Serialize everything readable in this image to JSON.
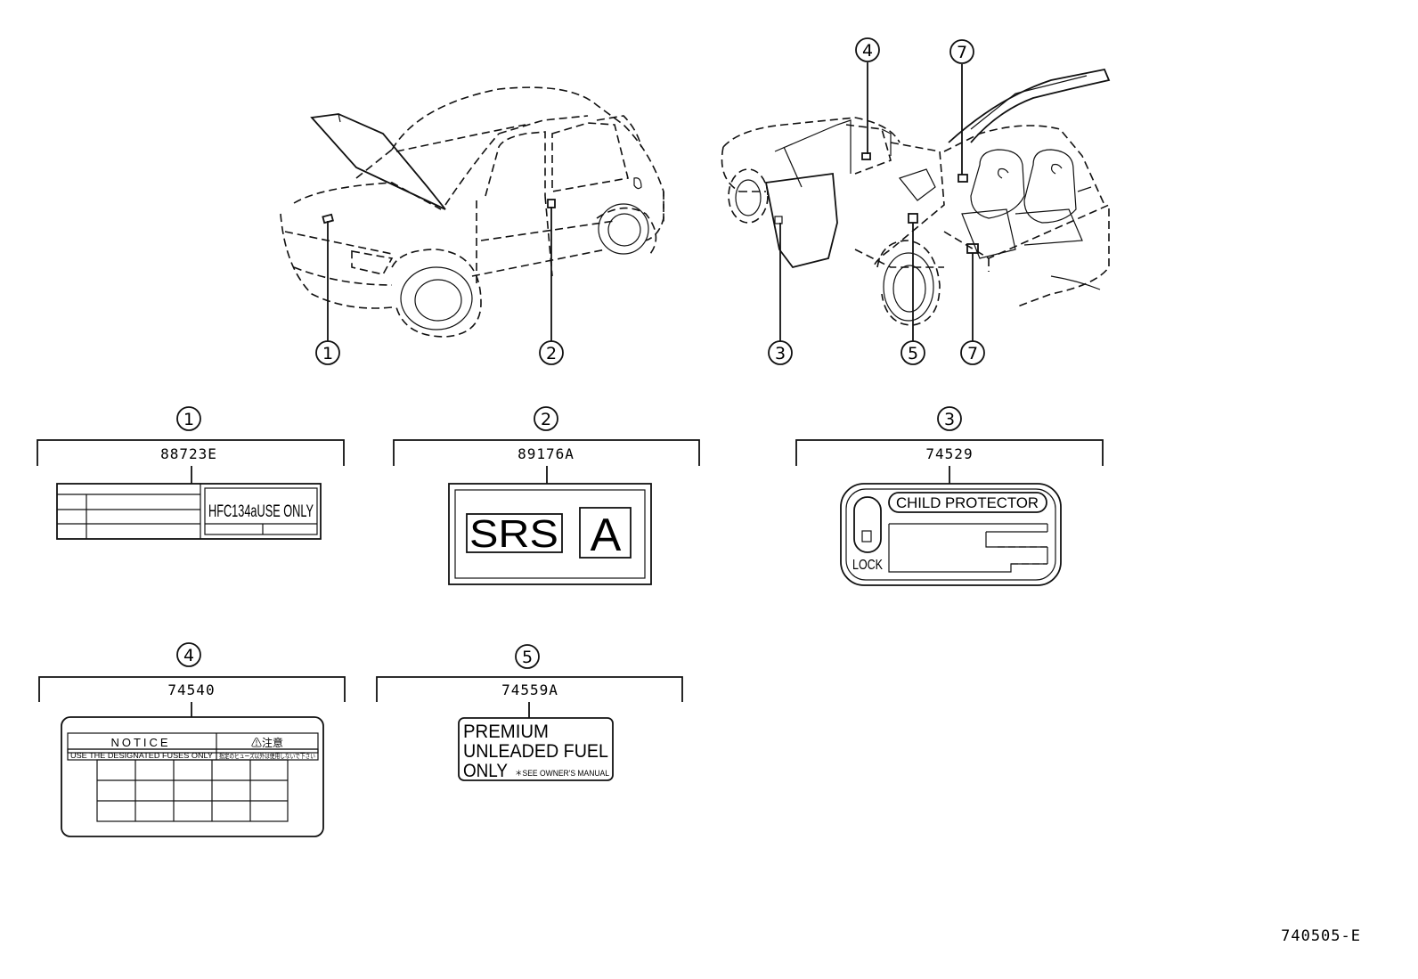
{
  "diagram_code": "740505-E",
  "callouts": [
    {
      "num": "1",
      "part": "88723E"
    },
    {
      "num": "2",
      "part": "89176A"
    },
    {
      "num": "3",
      "part": "74529"
    },
    {
      "num": "4",
      "part": "74540"
    },
    {
      "num": "5",
      "part": "74559A"
    },
    {
      "num": "7",
      "part": ""
    }
  ],
  "labels": {
    "l1": {
      "text": "HFC134aUSE ONLY"
    },
    "l2": {
      "left": "SRS",
      "right": "A"
    },
    "l3": {
      "header": "CHILD PROTECTOR",
      "lock": "LOCK"
    },
    "l4": {
      "notice": "NOTICE",
      "jp_caution": "⚠注意",
      "subline": "USE THE DESIGNATED FUSES ONLY",
      "jp_subline": "指定のヒューズ以外は使用しないで下さい"
    },
    "l5": {
      "line1": "PREMIUM",
      "line2": "UNLEADED FUEL",
      "line3": "ONLY",
      "note": "＊SEE OWNER'S MANUAL"
    }
  }
}
